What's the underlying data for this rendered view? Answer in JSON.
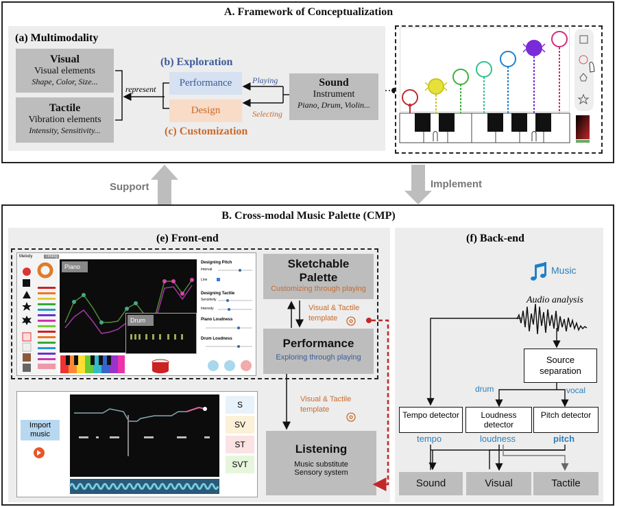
{
  "sectionA": {
    "title": "A. Framework of Conceptualization",
    "multimodality_title": "(a) Multimodality",
    "visual": {
      "title": "Visual",
      "subtitle": "Visual elements",
      "detail": "Shape, Color, Size..."
    },
    "tactile": {
      "title": "Tactile",
      "subtitle": "Vibration elements",
      "detail": "Intensity, Sensitivity..."
    },
    "represent": "represent",
    "exploration_title": "(b) Exploration",
    "performance": "Performance",
    "design": "Design",
    "customization_title": "(c) Customization",
    "playing": "Playing",
    "selecting": "Selecting",
    "sound": {
      "title": "Sound",
      "subtitle": "Instrument",
      "detail": "Piano, Drum, Violin..."
    }
  },
  "arrows": {
    "support": "Support",
    "implement": "Implement"
  },
  "sectionB": {
    "title": "B. Cross-modal Music Palette (CMP)",
    "frontend_title": "(e) Front-end",
    "backend_title": "(f) Back-end",
    "sketchable": {
      "title1": "Sketchable",
      "title2": "Palette",
      "sub": "Customizing through playing"
    },
    "performance": {
      "title": "Performance",
      "sub": "Exploring through playing"
    },
    "template1": {
      "line1": "Visual & Tactile",
      "line2": "template"
    },
    "template2": {
      "line1": "Visual & Tactile",
      "line2": "template"
    },
    "listening": {
      "title": "Listening",
      "line1": "Music substitute",
      "line2": "Sensory system"
    },
    "app": {
      "melody_tab": "Melody",
      "timing_tab": "Timing",
      "piano_label": "Piano",
      "drum_label": "Drum",
      "designing_pitch": "Designing Pitch",
      "interval": "Interval",
      "line": "Line",
      "designing_tactile": "Designing Tactile",
      "sensitivity": "Sensitivity",
      "intensity": "Intensity",
      "piano_loudness": "Piano Loudness",
      "drum_loudness": "Drum Loudness"
    },
    "player": {
      "import_music": "Import music",
      "modes": [
        "S",
        "SV",
        "ST",
        "SVT"
      ]
    },
    "backend": {
      "music": "Music",
      "audio_analysis": "Audio analysis",
      "source_separation": "Source separation",
      "drum": "drum",
      "vocal": "vocal",
      "tempo_detector": "Tempo detector",
      "loudness_detector": "Loudness detector",
      "pitch_detector": "Pitch detector",
      "tempo": "tempo",
      "loudness": "loudness",
      "pitch": "pitch",
      "out_sound": "Sound",
      "out_visual": "Visual",
      "out_tactile": "Tactile"
    }
  },
  "colors": {
    "exploration": "#3b5a9a",
    "customization": "#c9692b",
    "backend_label": "#2c7fb8",
    "dashed_red": "#c0282a",
    "gray_box": "#bdbdbd",
    "panel": "#ededed"
  }
}
